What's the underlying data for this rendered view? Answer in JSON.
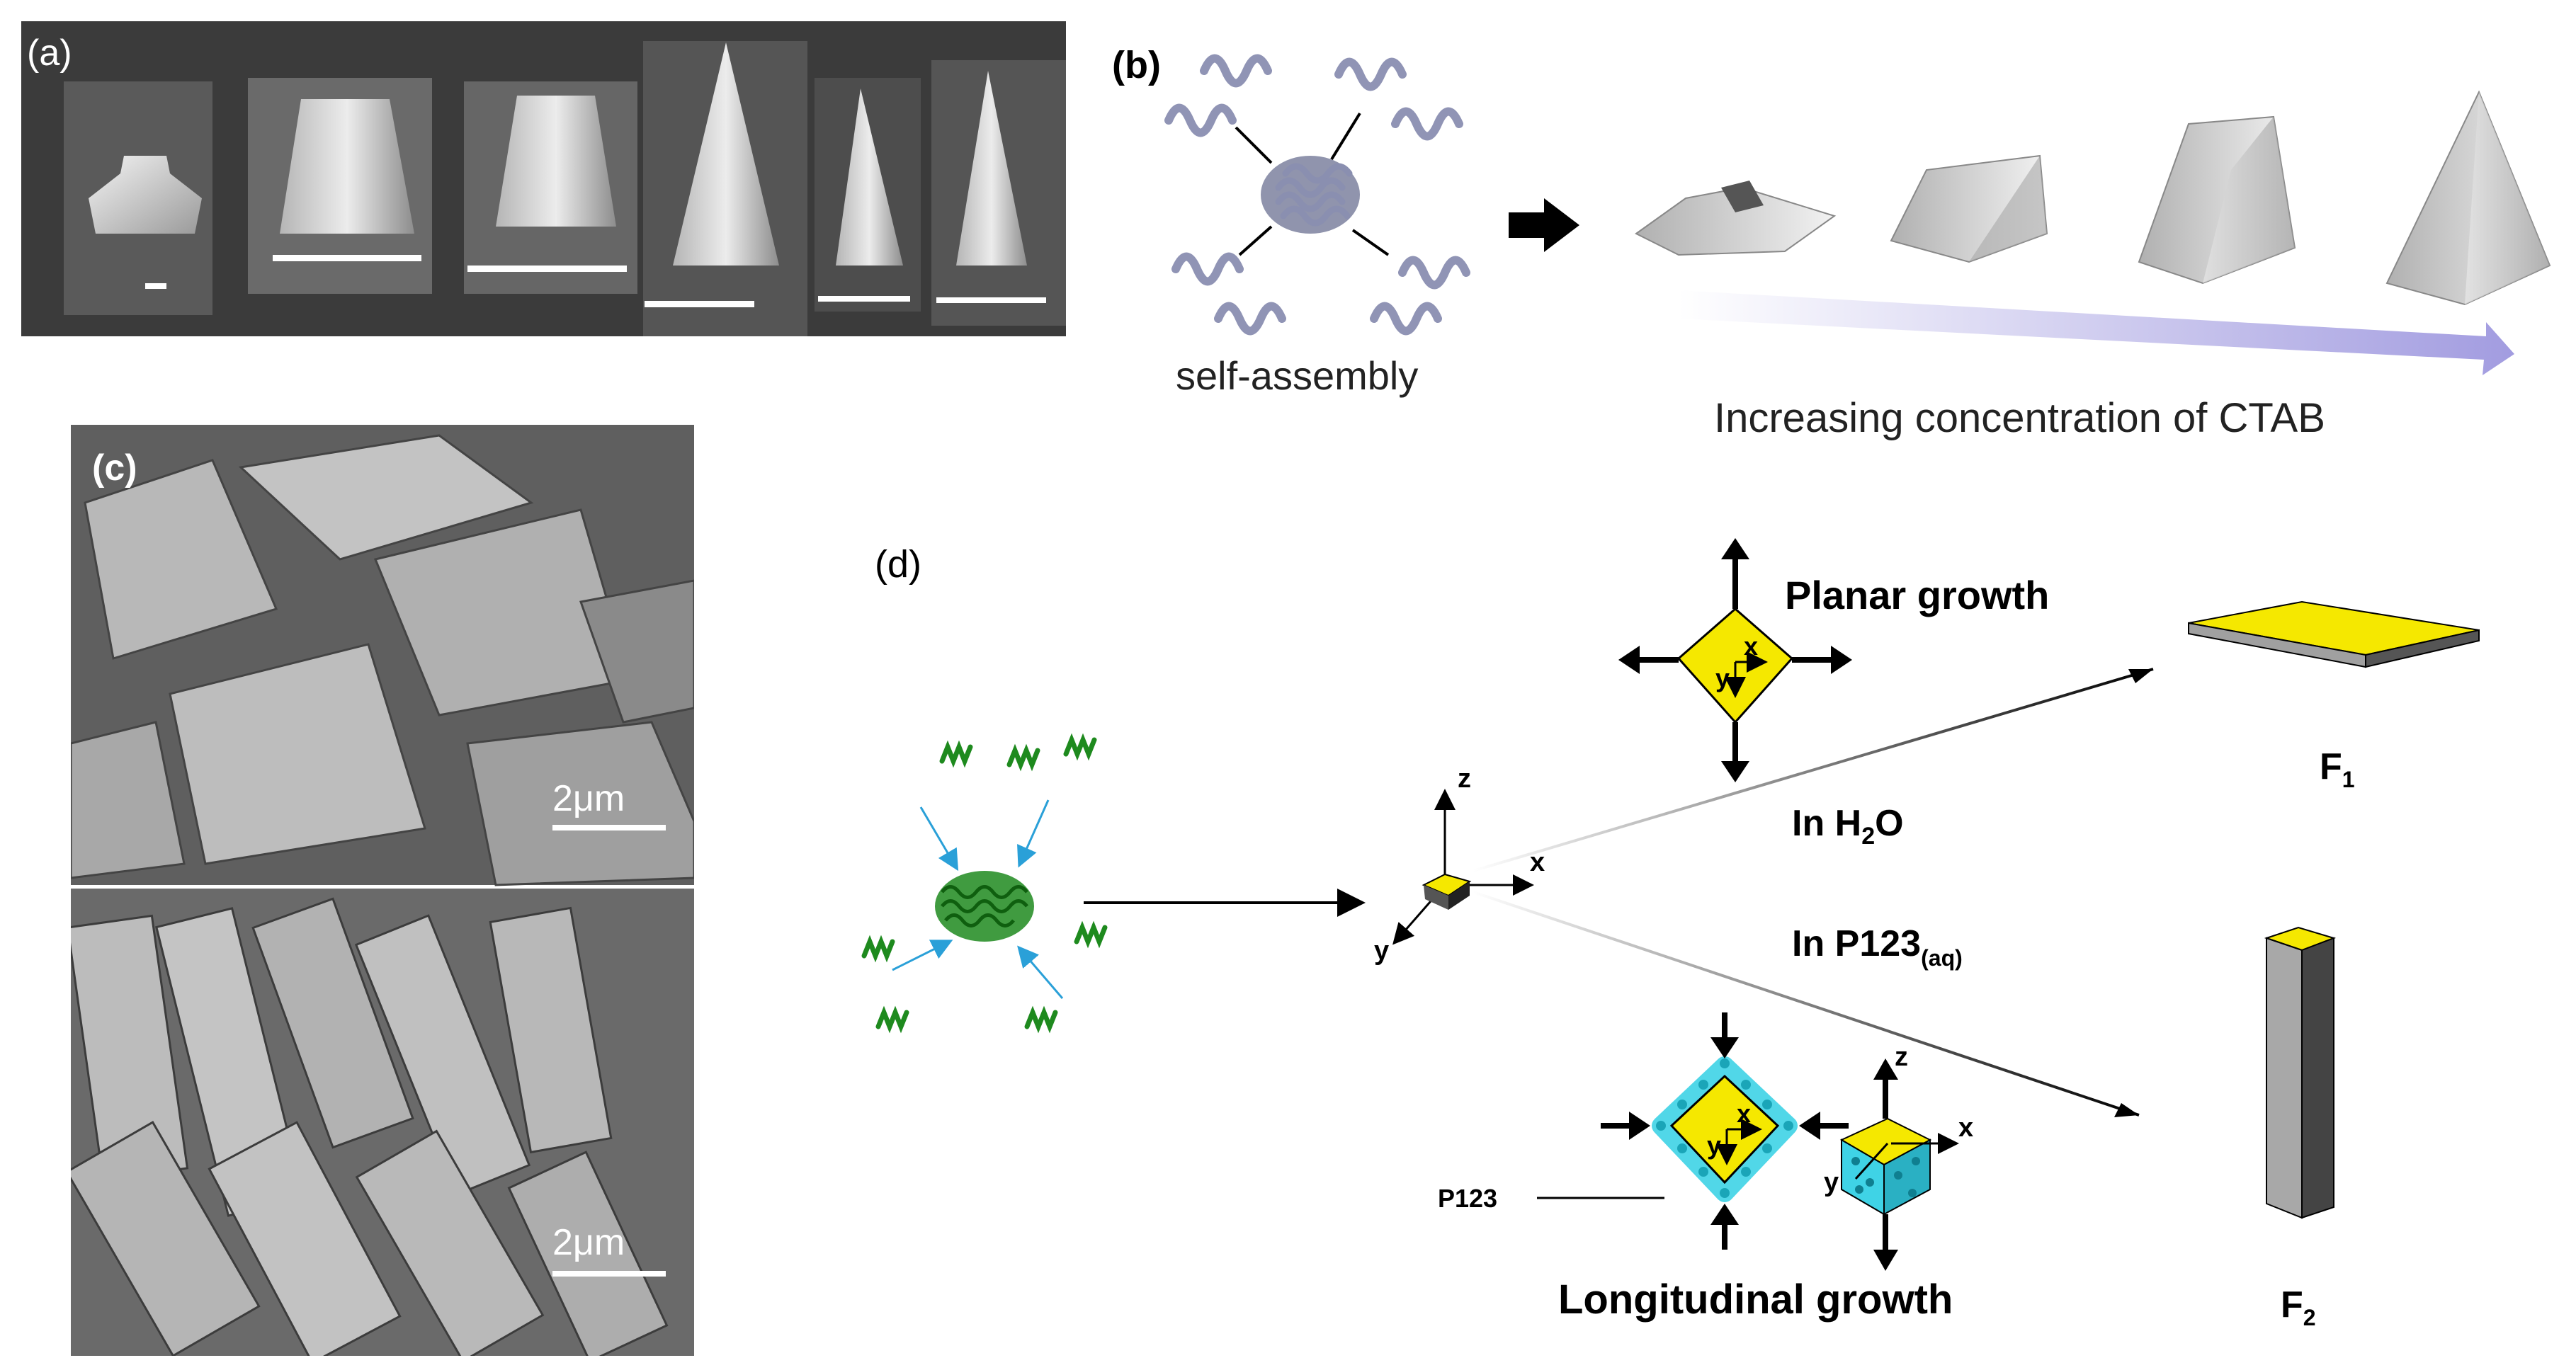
{
  "panel_a": {
    "label": "(a)",
    "colors": {
      "background": "#3b3b3b",
      "crystal": "#d8d8d8"
    }
  },
  "panel_b": {
    "label": "(b)",
    "self_assembly_label": "self-assembly",
    "gradient_label": "Increasing concentration of CTAB",
    "colors": {
      "surfactant": "#8a8fb0",
      "arrow": "#a9a4e3"
    }
  },
  "panel_c": {
    "label": "(c)",
    "scale_top": "2μm",
    "scale_bottom": "2μm"
  },
  "panel_d": {
    "label": "(d)",
    "planar_growth": "Planar growth",
    "longitudinal_growth": "Longitudinal growth",
    "in_water_prefix": "In H",
    "in_water_sub": "2",
    "in_water_suffix": "O",
    "in_p123": "In P123",
    "in_p123_sub": "(aq)",
    "p123_label": "P123",
    "f1": "F",
    "f1_sub": "1",
    "f2": "F",
    "f2_sub": "2",
    "axis_x": "x",
    "axis_y": "y",
    "axis_z": "z",
    "colors": {
      "crystal_face": "#f5e800",
      "micelle": "#3fd3e6",
      "surfactant": "#1e8a1e"
    }
  }
}
